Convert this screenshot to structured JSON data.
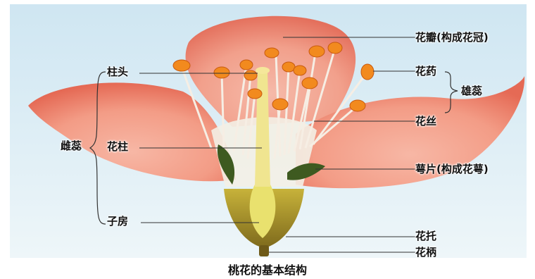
{
  "labels": {
    "petal": "花瓣(构成花冠)",
    "anther": "花药",
    "stamen": "雄蕊",
    "filament": "花丝",
    "sepal": "萼片(构成花萼)",
    "receptacle": "花托",
    "pedicel": "花柄",
    "stigma": "柱头",
    "pistil": "雌蕊",
    "style": "花柱",
    "ovary": "子房"
  },
  "caption": "桃花的基本结构",
  "colors": {
    "petal": "#f4a090",
    "petal_dark": "#e8705c",
    "anther": "#f28a1e",
    "receptacle": "#8a8a2a",
    "ovary": "#e8e070",
    "background": "#d8ebf3"
  }
}
